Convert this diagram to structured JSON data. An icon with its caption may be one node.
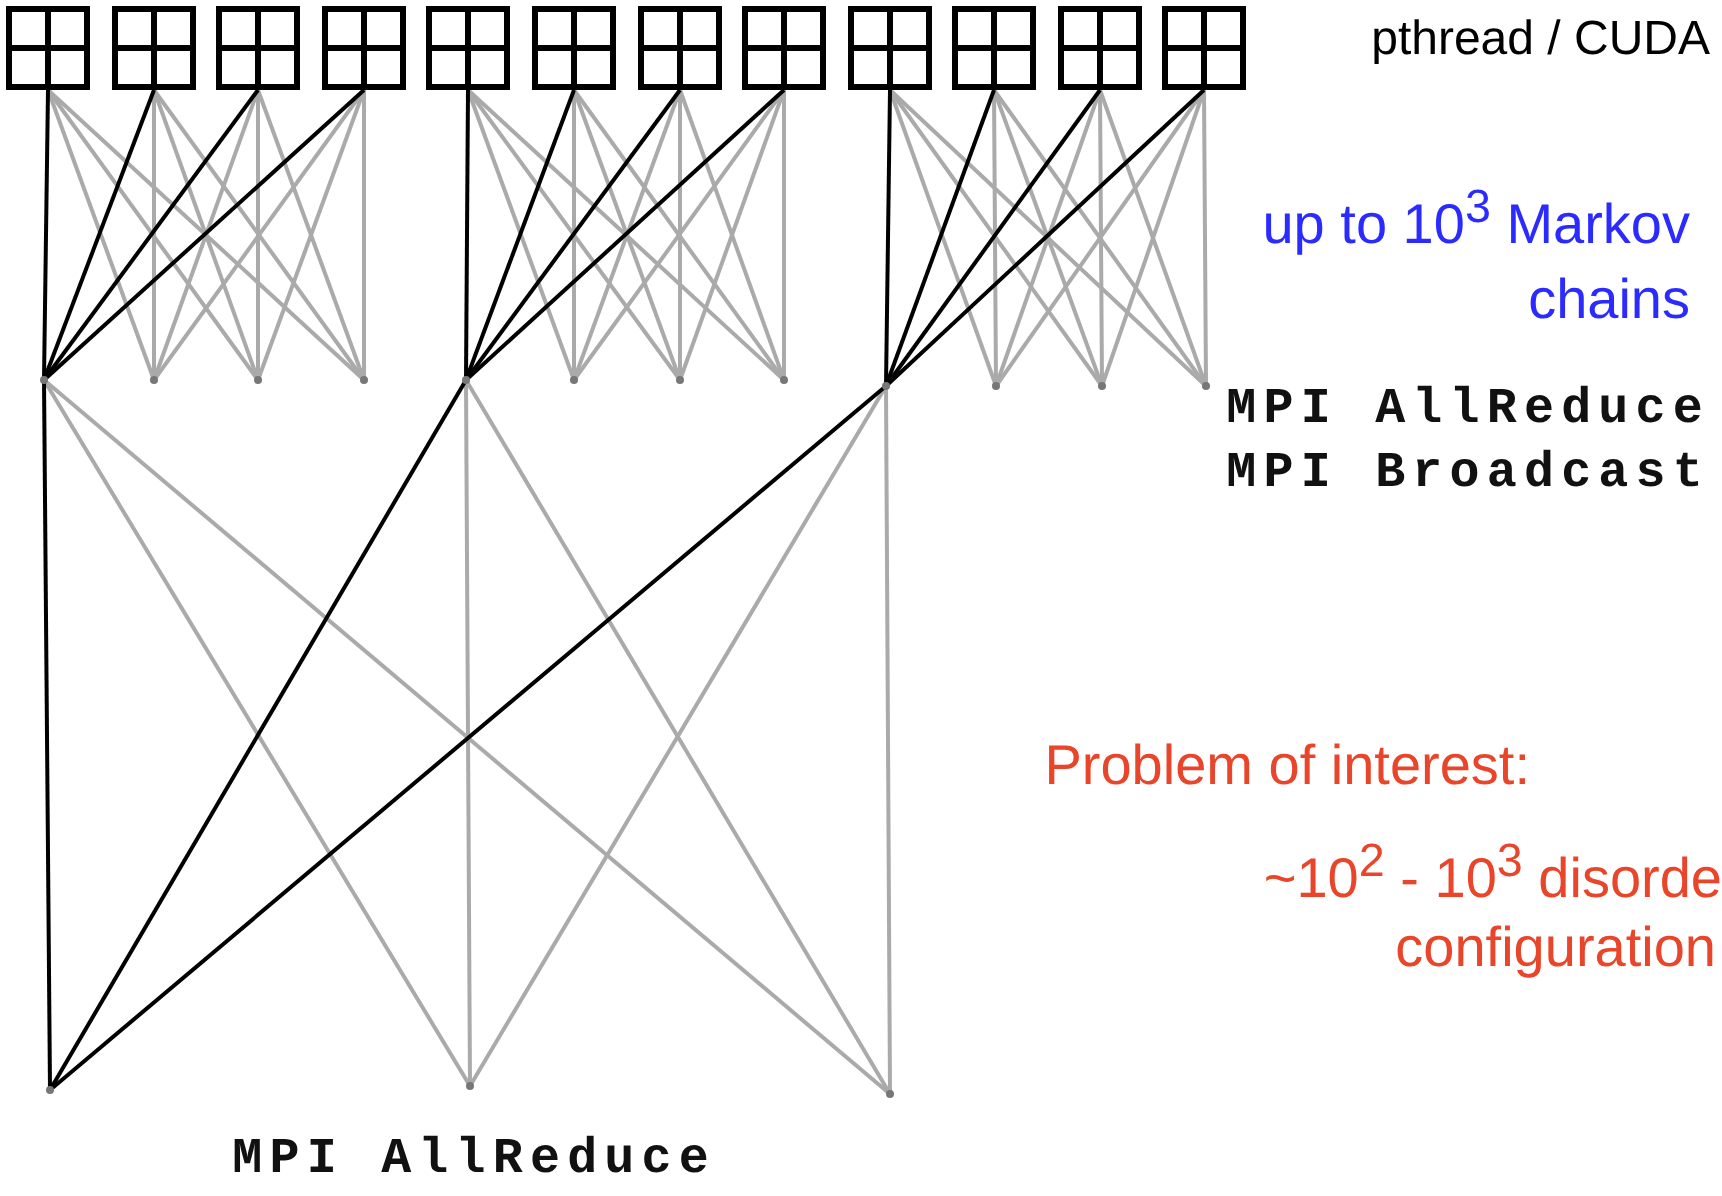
{
  "diagram": {
    "nodes": [
      {
        "text": [],
        "shape": "box"
      },
      {
        "text": [],
        "shape": "box"
      },
      {
        "text": [],
        "shape": "box"
      },
      {
        "text": [],
        "shape": "box"
      },
      {
        "text": [],
        "shape": "box"
      },
      {
        "text": [],
        "shape": "box"
      },
      {
        "text": [],
        "shape": "box"
      },
      {
        "text": [],
        "shape": "box"
      },
      {
        "text": [],
        "shape": "box"
      },
      {
        "text": [],
        "shape": "box"
      },
      {
        "text": [],
        "shape": "box"
      },
      {
        "text": [],
        "shape": "box"
      },
      {
        "text": [],
        "shape": "point"
      },
      {
        "text": [],
        "shape": "point"
      },
      {
        "text": [],
        "shape": "point"
      },
      {
        "text": [],
        "shape": "point"
      },
      {
        "text": [],
        "shape": "point"
      },
      {
        "text": [],
        "shape": "point"
      },
      {
        "text": [],
        "shape": "point"
      },
      {
        "text": [],
        "shape": "point"
      },
      {
        "text": [],
        "shape": "point"
      },
      {
        "text": [],
        "shape": "point"
      },
      {
        "text": [],
        "shape": "point"
      },
      {
        "text": [],
        "shape": "point"
      },
      {
        "text": [],
        "shape": "point"
      },
      {
        "text": [],
        "shape": "point"
      },
      {
        "text": [],
        "shape": "point"
      }
    ],
    "edges": [
      {
        "from": 0,
        "to": 12,
        "arrow": "none",
        "color": "#000000"
      },
      {
        "from": 0,
        "to": 13,
        "arrow": "none"
      },
      {
        "from": 0,
        "to": 14,
        "arrow": "none"
      },
      {
        "from": 0,
        "to": 15,
        "arrow": "none"
      },
      {
        "from": 1,
        "to": 12,
        "arrow": "none",
        "color": "#000000"
      },
      {
        "from": 1,
        "to": 13,
        "arrow": "none"
      },
      {
        "from": 1,
        "to": 14,
        "arrow": "none"
      },
      {
        "from": 1,
        "to": 15,
        "arrow": "none"
      },
      {
        "from": 2,
        "to": 12,
        "arrow": "none",
        "color": "#000000"
      },
      {
        "from": 2,
        "to": 13,
        "arrow": "none"
      },
      {
        "from": 2,
        "to": 14,
        "arrow": "none"
      },
      {
        "from": 2,
        "to": 15,
        "arrow": "none"
      },
      {
        "from": 3,
        "to": 12,
        "arrow": "none",
        "color": "#000000"
      },
      {
        "from": 3,
        "to": 13,
        "arrow": "none"
      },
      {
        "from": 3,
        "to": 14,
        "arrow": "none"
      },
      {
        "from": 3,
        "to": 15,
        "arrow": "none"
      },
      {
        "from": 4,
        "to": 16,
        "arrow": "none",
        "color": "#000000"
      },
      {
        "from": 4,
        "to": 17,
        "arrow": "none"
      },
      {
        "from": 4,
        "to": 18,
        "arrow": "none"
      },
      {
        "from": 4,
        "to": 19,
        "arrow": "none"
      },
      {
        "from": 5,
        "to": 16,
        "arrow": "none",
        "color": "#000000"
      },
      {
        "from": 5,
        "to": 17,
        "arrow": "none"
      },
      {
        "from": 5,
        "to": 18,
        "arrow": "none"
      },
      {
        "from": 5,
        "to": 19,
        "arrow": "none"
      },
      {
        "from": 6,
        "to": 16,
        "arrow": "none",
        "color": "#000000"
      },
      {
        "from": 6,
        "to": 17,
        "arrow": "none"
      },
      {
        "from": 6,
        "to": 18,
        "arrow": "none"
      },
      {
        "from": 6,
        "to": 19,
        "arrow": "none"
      },
      {
        "from": 7,
        "to": 16,
        "arrow": "none",
        "color": "#000000"
      },
      {
        "from": 7,
        "to": 17,
        "arrow": "none"
      },
      {
        "from": 7,
        "to": 18,
        "arrow": "none"
      },
      {
        "from": 7,
        "to": 19,
        "arrow": "none"
      },
      {
        "from": 8,
        "to": 20,
        "arrow": "none",
        "color": "#000000"
      },
      {
        "from": 8,
        "to": 21,
        "arrow": "none"
      },
      {
        "from": 8,
        "to": 22,
        "arrow": "none"
      },
      {
        "from": 8,
        "to": 23,
        "arrow": "none"
      },
      {
        "from": 9,
        "to": 20,
        "arrow": "none",
        "color": "#000000"
      },
      {
        "from": 9,
        "to": 21,
        "arrow": "none"
      },
      {
        "from": 9,
        "to": 22,
        "arrow": "none"
      },
      {
        "from": 9,
        "to": 23,
        "arrow": "none"
      },
      {
        "from": 10,
        "to": 20,
        "arrow": "none",
        "color": "#000000"
      },
      {
        "from": 10,
        "to": 21,
        "arrow": "none"
      },
      {
        "from": 10,
        "to": 22,
        "arrow": "none"
      },
      {
        "from": 10,
        "to": 23,
        "arrow": "none"
      },
      {
        "from": 11,
        "to": 20,
        "arrow": "none",
        "color": "#000000"
      },
      {
        "from": 11,
        "to": 21,
        "arrow": "none"
      },
      {
        "from": 11,
        "to": 22,
        "arrow": "none"
      },
      {
        "from": 11,
        "to": 23,
        "arrow": "none"
      },
      {
        "from": 12,
        "to": 24,
        "arrow": "none",
        "color": "#000000"
      },
      {
        "from": 12,
        "to": 25,
        "arrow": "none"
      },
      {
        "from": 12,
        "to": 26,
        "arrow": "none"
      },
      {
        "from": 16,
        "to": 24,
        "arrow": "none",
        "color": "#000000"
      },
      {
        "from": 16,
        "to": 25,
        "arrow": "none"
      },
      {
        "from": 16,
        "to": 26,
        "arrow": "none"
      },
      {
        "from": 20,
        "to": 24,
        "arrow": "none",
        "color": "#000000"
      },
      {
        "from": 20,
        "to": 25,
        "arrow": "none"
      },
      {
        "from": 20,
        "to": 26,
        "arrow": "none"
      }
    ],
    "labels": [
      "pthread / CUDA",
      "up to 10$^{3}$ Markov chains",
      "MPI AllReduce",
      "MPI Broadcast",
      "Problem of interest:",
      "~10$^{2}$ - 10$^{3}$ disorde",
      "configuration",
      "MPI AllReduce"
    ]
  }
}
